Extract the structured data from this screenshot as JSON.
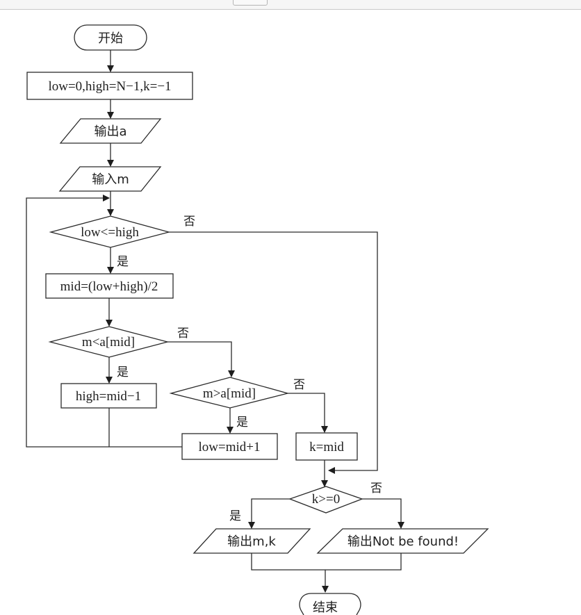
{
  "diagram": {
    "type": "flowchart",
    "title": "Binary search flowchart",
    "nodes": {
      "start": {
        "shape": "terminal",
        "label": "开始"
      },
      "init": {
        "shape": "process",
        "label": "low=0,high=N−1,k=−1"
      },
      "output_a": {
        "shape": "io",
        "label": "输出a"
      },
      "input_m": {
        "shape": "io",
        "label": "输入m"
      },
      "cond_loop": {
        "shape": "decision",
        "label": "low<=high"
      },
      "calc_mid": {
        "shape": "process",
        "label": "mid=(low+high)/2"
      },
      "cond_less": {
        "shape": "decision",
        "label": "m<a[mid]"
      },
      "set_high": {
        "shape": "process",
        "label": "high=mid−1"
      },
      "cond_greater": {
        "shape": "decision",
        "label": "m>a[mid]"
      },
      "set_low": {
        "shape": "process",
        "label": "low=mid+1"
      },
      "set_k": {
        "shape": "process",
        "label": "k=mid"
      },
      "cond_found": {
        "shape": "decision",
        "label": "k>=0"
      },
      "output_found": {
        "shape": "io",
        "label": "输出m,k"
      },
      "output_not_found": {
        "shape": "io",
        "label": "输出Not be found!"
      },
      "end": {
        "shape": "terminal",
        "label": "结束"
      }
    },
    "edge_labels": {
      "yes": "是",
      "no": "否"
    },
    "edges": [
      {
        "from": "start",
        "to": "init"
      },
      {
        "from": "init",
        "to": "output_a"
      },
      {
        "from": "output_a",
        "to": "input_m"
      },
      {
        "from": "input_m",
        "to": "cond_loop"
      },
      {
        "from": "cond_loop",
        "to": "calc_mid",
        "label": "是"
      },
      {
        "from": "cond_loop",
        "to": "cond_found",
        "label": "否"
      },
      {
        "from": "calc_mid",
        "to": "cond_less"
      },
      {
        "from": "cond_less",
        "to": "set_high",
        "label": "是"
      },
      {
        "from": "cond_less",
        "to": "cond_greater",
        "label": "否"
      },
      {
        "from": "cond_greater",
        "to": "set_low",
        "label": "是"
      },
      {
        "from": "cond_greater",
        "to": "set_k",
        "label": "否"
      },
      {
        "from": "set_high",
        "to": "cond_loop"
      },
      {
        "from": "set_low",
        "to": "cond_loop"
      },
      {
        "from": "set_k",
        "to": "cond_found"
      },
      {
        "from": "cond_found",
        "to": "output_found",
        "label": "是"
      },
      {
        "from": "cond_found",
        "to": "output_not_found",
        "label": "否"
      },
      {
        "from": "output_found",
        "to": "end"
      },
      {
        "from": "output_not_found",
        "to": "end"
      }
    ]
  }
}
